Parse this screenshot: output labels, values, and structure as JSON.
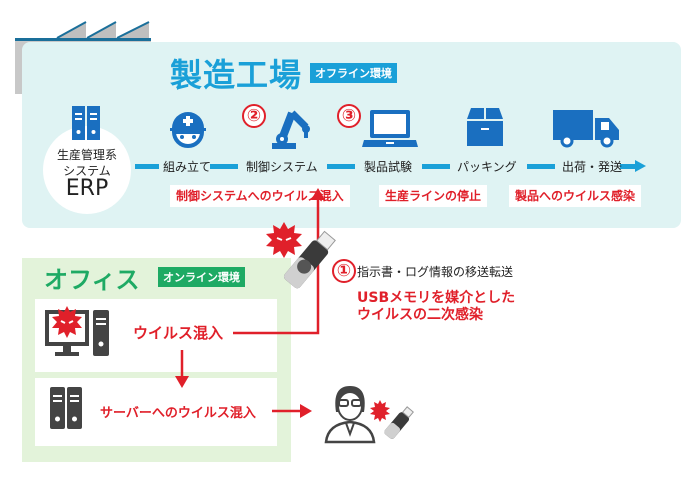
{
  "factory": {
    "title": "製造工場",
    "tag": "オフライン環境",
    "erp": {
      "line1": "生産管理系",
      "line2": "システム",
      "line3": "ERP"
    },
    "steps": [
      {
        "label": "組み立て",
        "icon": "worker-helmet-icon"
      },
      {
        "label": "制御システム",
        "icon": "robot-arm-icon",
        "marker": "②"
      },
      {
        "label": "製品試験",
        "icon": "laptop-icon",
        "marker": "③"
      },
      {
        "label": "パッキング",
        "icon": "box-icon"
      },
      {
        "label": "出荷・発送",
        "icon": "truck-icon"
      }
    ],
    "impacts": [
      "制御システムへのウイルス混入",
      "生産ラインの停止",
      "製品へのウイルス感染"
    ]
  },
  "office": {
    "title": "オフィス",
    "tag": "オンライン環境",
    "pc_label": "ウイルス混入",
    "server_label": "サーバーへのウイルス混入"
  },
  "usb": {
    "marker": "①",
    "transfer": "指示書・ログ情報の移送転送",
    "infection_line1": "USBメモリを媒介とした",
    "infection_line2": "ウイルスの二次感染"
  },
  "colors": {
    "factory_blue": "#1aa0d8",
    "icon_blue": "#1a6fc0",
    "office_green": "#1eaa64",
    "alert_red": "#e0202a"
  }
}
